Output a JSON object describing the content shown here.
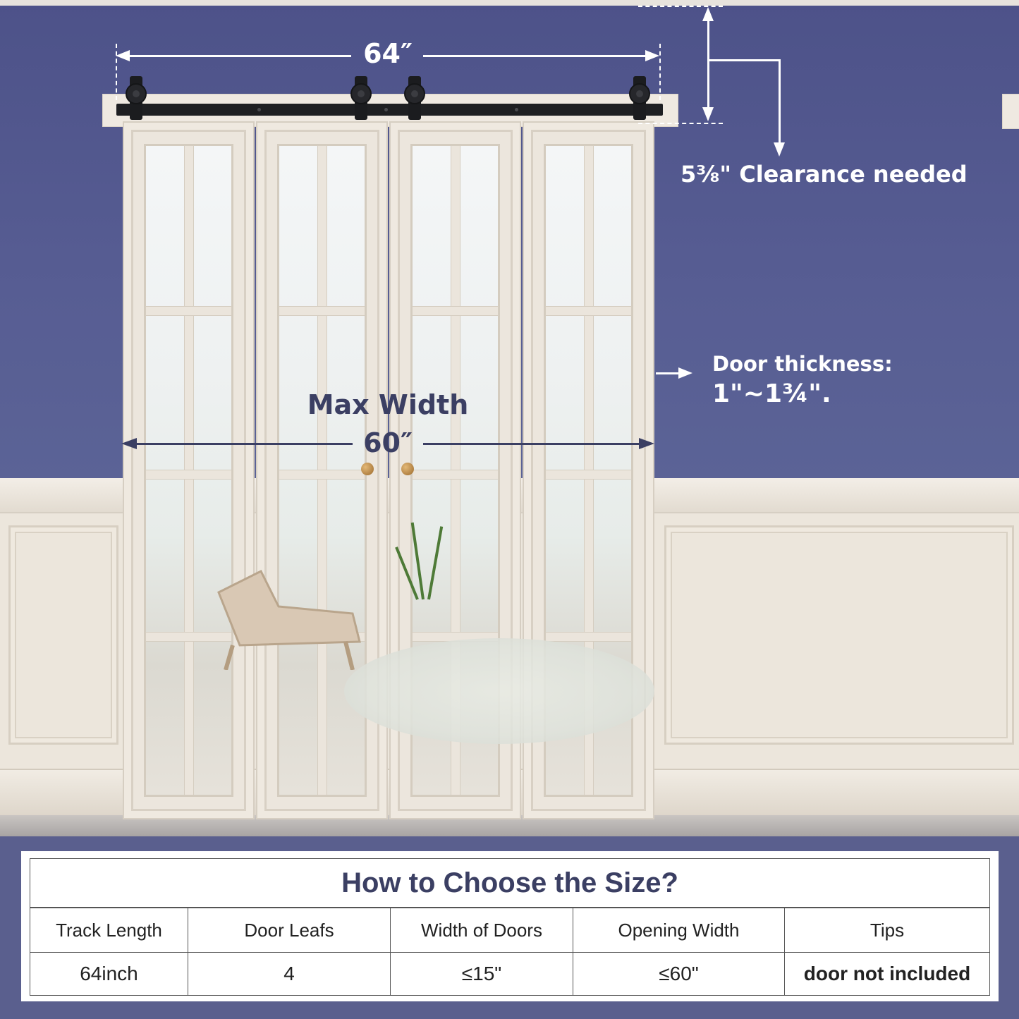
{
  "dimensions": {
    "track_length": "64″",
    "max_width_label": "Max Width",
    "max_width_value": "60″",
    "clearance": "5⅜\" Clearance needed",
    "door_thickness_label": "Door thickness:",
    "door_thickness_value": "1\"~1¾\"."
  },
  "size_table": {
    "title": "How to Choose the Size?",
    "headers": [
      "Track Length",
      "Door Leafs",
      "Width of Doors",
      "Opening Width",
      "Tips"
    ],
    "row": [
      "64inch",
      "4",
      "≤15\"",
      "≤60\"",
      "door not included"
    ]
  },
  "colors": {
    "wall": "#575d93",
    "text_dark": "#3b3f63",
    "trim": "#ece6dc",
    "rail": "#1e1f22"
  },
  "icons": [
    "barn-door-hardware-hanger-icon",
    "door-knob-icon"
  ]
}
